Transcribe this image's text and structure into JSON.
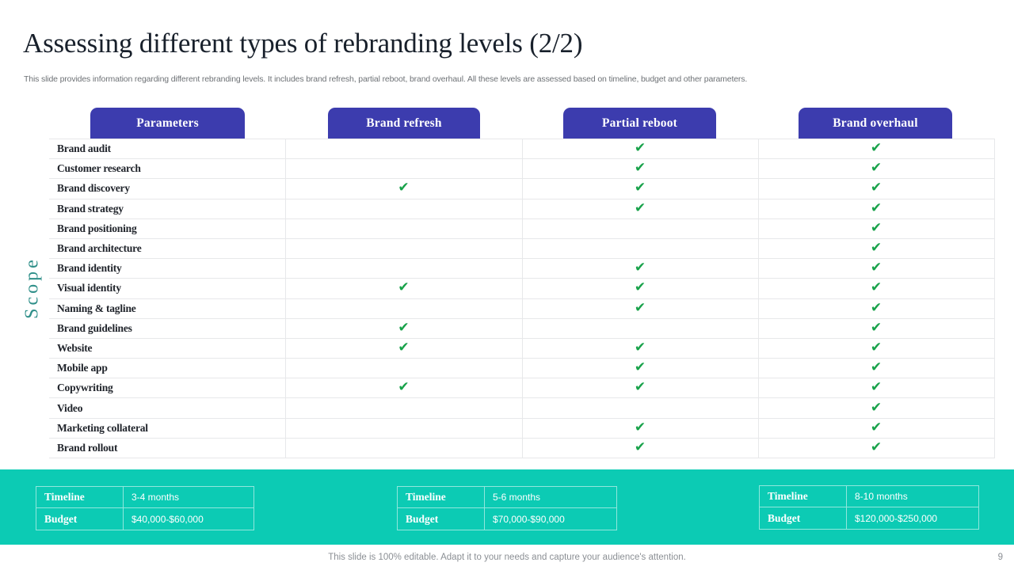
{
  "slide": {
    "title": "Assessing different types of rebranding levels (2/2)",
    "subtitle": "This slide provides information regarding different rebranding levels. It includes brand refresh, partial reboot, brand overhaul. All these levels are assessed based on timeline, budget and other parameters.",
    "side_label": "Scope",
    "footer_note": "This slide is 100% editable. Adapt it to your needs and capture your audience's attention.",
    "page_number": "9"
  },
  "colors": {
    "header_blue": "#3c3cae",
    "teal_banner": "#0ccbb4",
    "check_green": "#18a24a",
    "scope_teal": "#2f8f89",
    "title_dark": "#18202b",
    "grid_line": "#e7e8ea"
  },
  "table": {
    "headers": [
      "Parameters",
      "Brand refresh",
      "Partial reboot",
      "Brand overhaul"
    ],
    "check_glyph": "✔",
    "rows": [
      {
        "label": "Brand audit",
        "marks": [
          false,
          true,
          true
        ]
      },
      {
        "label": "Customer research",
        "marks": [
          false,
          true,
          true
        ]
      },
      {
        "label": "Brand discovery",
        "marks": [
          true,
          true,
          true
        ]
      },
      {
        "label": "Brand strategy",
        "marks": [
          false,
          true,
          true
        ]
      },
      {
        "label": "Brand positioning",
        "marks": [
          false,
          false,
          true
        ]
      },
      {
        "label": "Brand architecture",
        "marks": [
          false,
          false,
          true
        ]
      },
      {
        "label": "Brand identity",
        "marks": [
          false,
          true,
          true
        ]
      },
      {
        "label": "Visual identity",
        "marks": [
          true,
          true,
          true
        ]
      },
      {
        "label": "Naming & tagline",
        "marks": [
          false,
          true,
          true
        ]
      },
      {
        "label": "Brand guidelines",
        "marks": [
          true,
          false,
          true
        ]
      },
      {
        "label": "Website",
        "marks": [
          true,
          true,
          true
        ]
      },
      {
        "label": "Mobile app",
        "marks": [
          false,
          true,
          true
        ]
      },
      {
        "label": "Copywriting",
        "marks": [
          true,
          true,
          true
        ]
      },
      {
        "label": "Video",
        "marks": [
          false,
          false,
          true
        ]
      },
      {
        "label": "Marketing collateral",
        "marks": [
          false,
          true,
          true
        ]
      },
      {
        "label": "Brand rollout",
        "marks": [
          false,
          true,
          true
        ]
      }
    ]
  },
  "specs": [
    {
      "timeline_label": "Timeline",
      "timeline_value": "3-4 months",
      "budget_label": "Budget",
      "budget_value": "$40,000-$60,000"
    },
    {
      "timeline_label": "Timeline",
      "timeline_value": "5-6 months",
      "budget_label": "Budget",
      "budget_value": "$70,000-$90,000"
    },
    {
      "timeline_label": "Timeline",
      "timeline_value": "8-10 months",
      "budget_label": "Budget",
      "budget_value": "$120,000-$250,000"
    }
  ]
}
